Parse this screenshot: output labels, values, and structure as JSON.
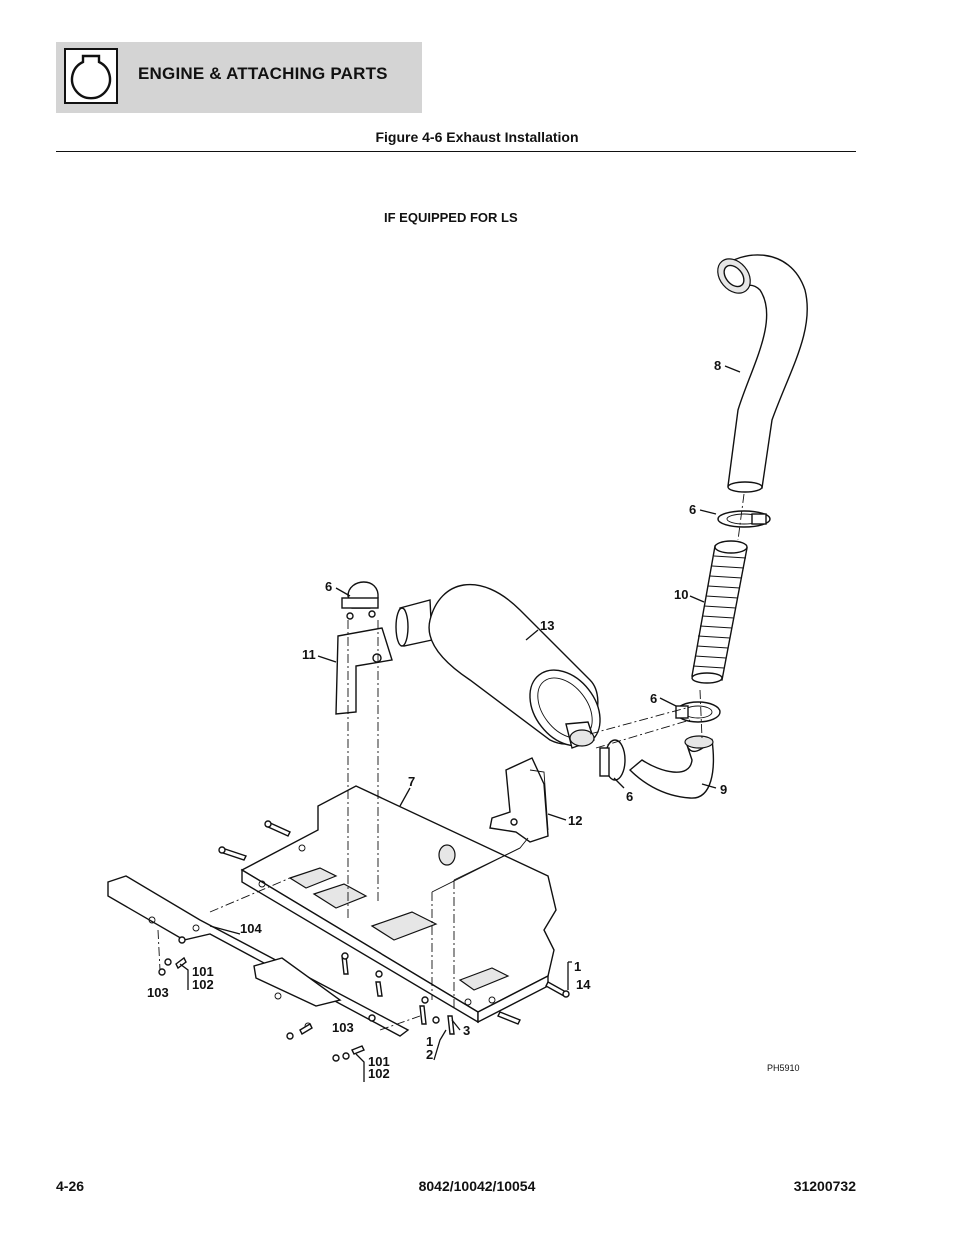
{
  "header": {
    "section_title": "ENGINE & ATTACHING PARTS",
    "icon": "engine-section-icon"
  },
  "figure": {
    "title": "Figure 4-6 Exhaust Installation",
    "subtitle": "IF EQUIPPED FOR LS",
    "drawing_code": "PH5910"
  },
  "callouts": {
    "c8": "8",
    "c6_top": "6",
    "c10": "10",
    "c6_left": "6",
    "c13": "13",
    "c11": "11",
    "c6_mid": "6",
    "c6_low": "6",
    "c9": "9",
    "c7": "7",
    "c12": "12",
    "c104": "104",
    "c101_a": "101",
    "c102_a": "102",
    "c103_a": "103",
    "c1_a": "1",
    "c14": "14",
    "c103_b": "103",
    "c3": "3",
    "c1_b": "1",
    "c2": "2",
    "c101_b": "101",
    "c102_b": "102"
  },
  "footer": {
    "page_number": "4-26",
    "models": "8042/10042/10054",
    "doc_number": "31200732"
  }
}
